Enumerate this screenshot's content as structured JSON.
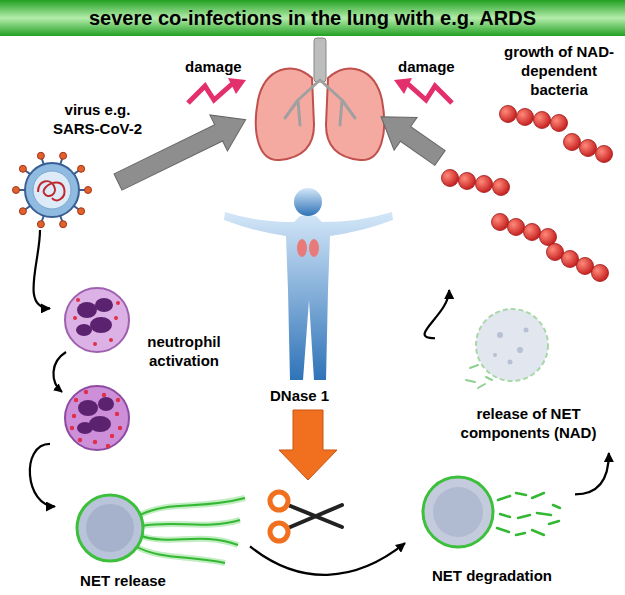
{
  "diagram": {
    "title": "severe co-infections in the lung with e.g. ARDS",
    "nodes": [
      {
        "text": [
          "virus e.g. SARS-CoV-2"
        ]
      },
      {
        "text": [
          "neutrophil activation"
        ]
      },
      {
        "text": [
          "NET release"
        ]
      },
      {
        "text": [
          "NET degradation"
        ]
      },
      {
        "text": [
          "release of NET components (NAD)"
        ]
      },
      {
        "text": [
          "growth of NAD-dependent bacteria"
        ]
      }
    ],
    "edges": [
      {
        "from": 0,
        "to": 1,
        "arrow": "to"
      },
      {
        "from": 1,
        "to": 2,
        "arrow": "to"
      },
      {
        "from": 2,
        "to": 3,
        "arrow": "to"
      },
      {
        "from": 3,
        "to": 4,
        "arrow": "to"
      },
      {
        "from": 4,
        "to": 5,
        "arrow": "to"
      }
    ],
    "labels": [
      "damage",
      "damage",
      "DNase 1"
    ]
  }
}
